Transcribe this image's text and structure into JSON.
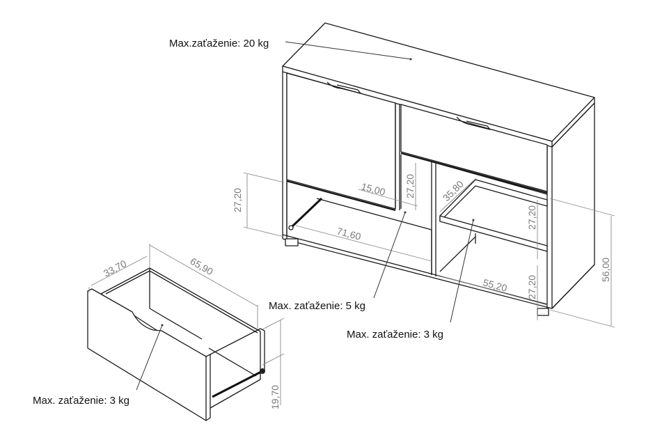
{
  "labels": {
    "top_load": "Max.zaťaženie: 20 kg",
    "drawer_compartment_load": "Max. zaťaženie: 5 kg",
    "shelf_load": "Max. zaťaženie: 3 kg",
    "drawer_load": "Max. zaťaženie: 3 kg"
  },
  "dimensions": {
    "drawer_opening_height": "27,20",
    "niche_depth": "15,00",
    "niche_height": "27,20",
    "compartment_width": "71,60",
    "shelf_depth": "35,80",
    "upper_shelf_height": "27,20",
    "lower_shelf_height": "27,20",
    "shelf_width": "55,20",
    "total_height": "56,00",
    "drawer_depth": "33,70",
    "drawer_width": "65,90",
    "drawer_height": "19,70"
  },
  "colors": {
    "line": "#1a1a1a",
    "dimension": "#8a8a8a",
    "text": "#111111"
  }
}
